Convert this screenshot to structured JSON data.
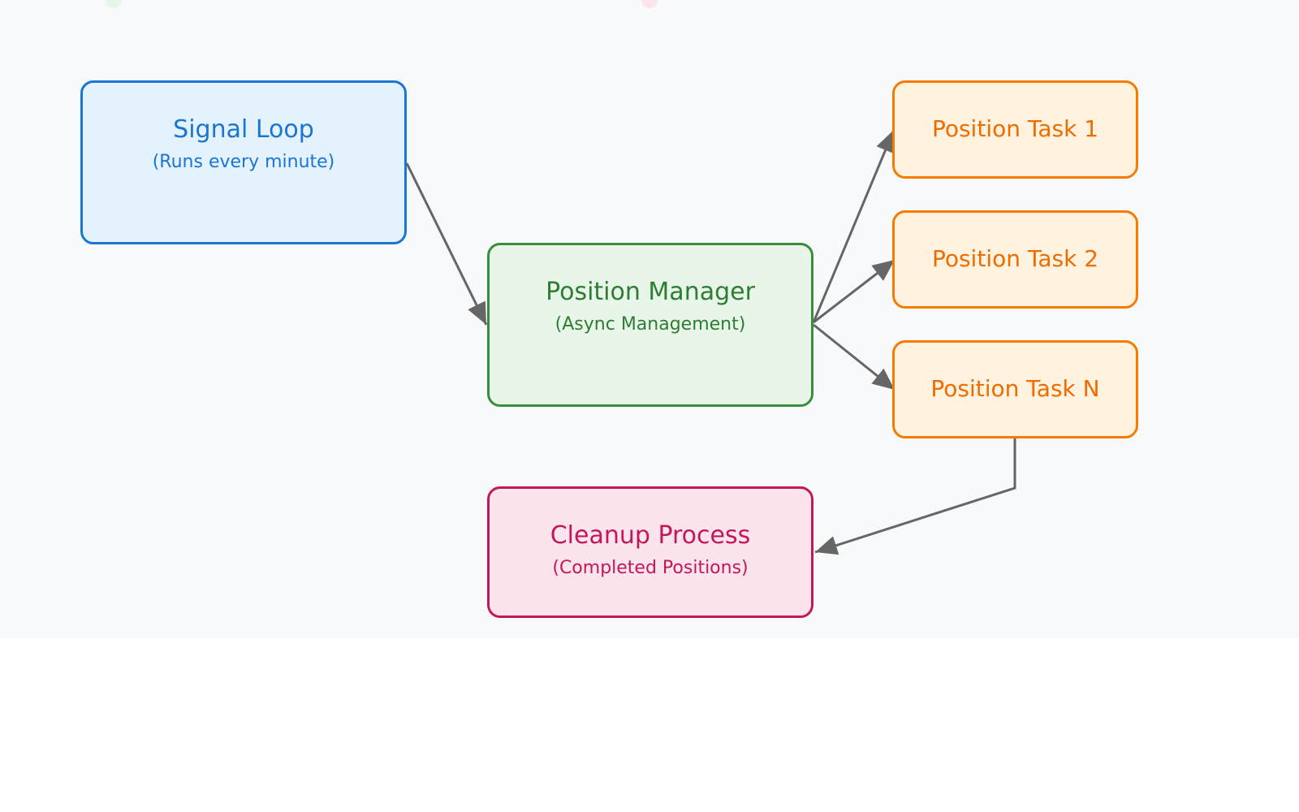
{
  "colors": {
    "background": "#f7f9fb",
    "edge": "#666666",
    "signal_loop": {
      "border": "#1976d2",
      "fill": "#e3f2fd",
      "text": "#1976d2"
    },
    "position_manager": {
      "border": "#388e3c",
      "fill": "#e8f5e9",
      "text": "#2e7d32"
    },
    "task": {
      "border": "#f57c00",
      "fill": "#fff3e0",
      "text": "#ef6c00"
    },
    "cleanup": {
      "border": "#c2185b",
      "fill": "#fce4ec",
      "text": "#c2185b"
    }
  },
  "nodes": {
    "signal_loop": {
      "title": "Signal Loop",
      "subtitle": "(Runs every minute)"
    },
    "position_manager": {
      "title": "Position Manager",
      "subtitle": "(Async Management)"
    },
    "task_1": {
      "title": "Position Task 1"
    },
    "task_2": {
      "title": "Position Task 2"
    },
    "task_n": {
      "title": "Position Task N"
    },
    "cleanup": {
      "title": "Cleanup Process",
      "subtitle": "(Completed Positions)"
    }
  },
  "edges": [
    {
      "from": "signal_loop",
      "to": "position_manager"
    },
    {
      "from": "position_manager",
      "to": "task_1"
    },
    {
      "from": "position_manager",
      "to": "task_2"
    },
    {
      "from": "position_manager",
      "to": "task_n"
    },
    {
      "from": "task_n",
      "to": "cleanup"
    }
  ]
}
